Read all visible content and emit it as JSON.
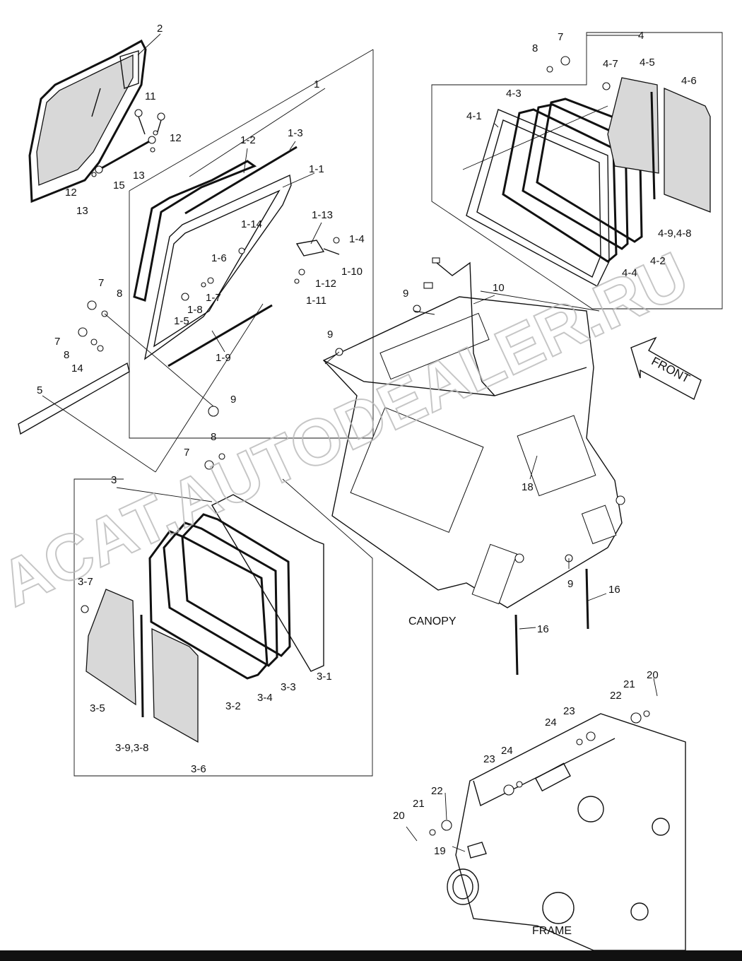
{
  "labels": {
    "n1": "1",
    "n1_1": "1-1",
    "n1_2": "1-2",
    "n1_3": "1-3",
    "n1_4": "1-4",
    "n1_5": "1-5",
    "n1_6": "1-6",
    "n1_7": "1-7",
    "n1_8": "1-8",
    "n1_9": "1-9",
    "n1_10": "1-10",
    "n1_11": "1-11",
    "n1_12": "1-12",
    "n1_13": "1-13",
    "n1_14": "1-14",
    "n2": "2",
    "n3": "3",
    "n3_1": "3-1",
    "n3_2": "3-2",
    "n3_3": "3-3",
    "n3_4": "3-4",
    "n3_5": "3-5",
    "n3_6": "3-6",
    "n3_7": "3-7",
    "n3_98": "3-9,3-8",
    "n4": "4",
    "n4_1": "4-1",
    "n4_2": "4-2",
    "n4_3": "4-3",
    "n4_4": "4-4",
    "n4_5": "4-5",
    "n4_6": "4-6",
    "n4_7": "4-7",
    "n4_98": "4-9,4-8",
    "n5": "5",
    "n7": "7",
    "n8": "8",
    "n9": "9",
    "n10": "10",
    "n11": "11",
    "n12": "12",
    "n13": "13",
    "n14": "14",
    "n15": "15",
    "n16": "16",
    "n18": "18",
    "n19": "19",
    "n20": "20",
    "n21": "21",
    "n22": "22",
    "n23": "23",
    "n24": "24"
  },
  "captions": {
    "canopy": "CANOPY",
    "frame": "FRAME",
    "front": "FRONT"
  },
  "watermark": "ACAT.AUTODEALER.RU"
}
